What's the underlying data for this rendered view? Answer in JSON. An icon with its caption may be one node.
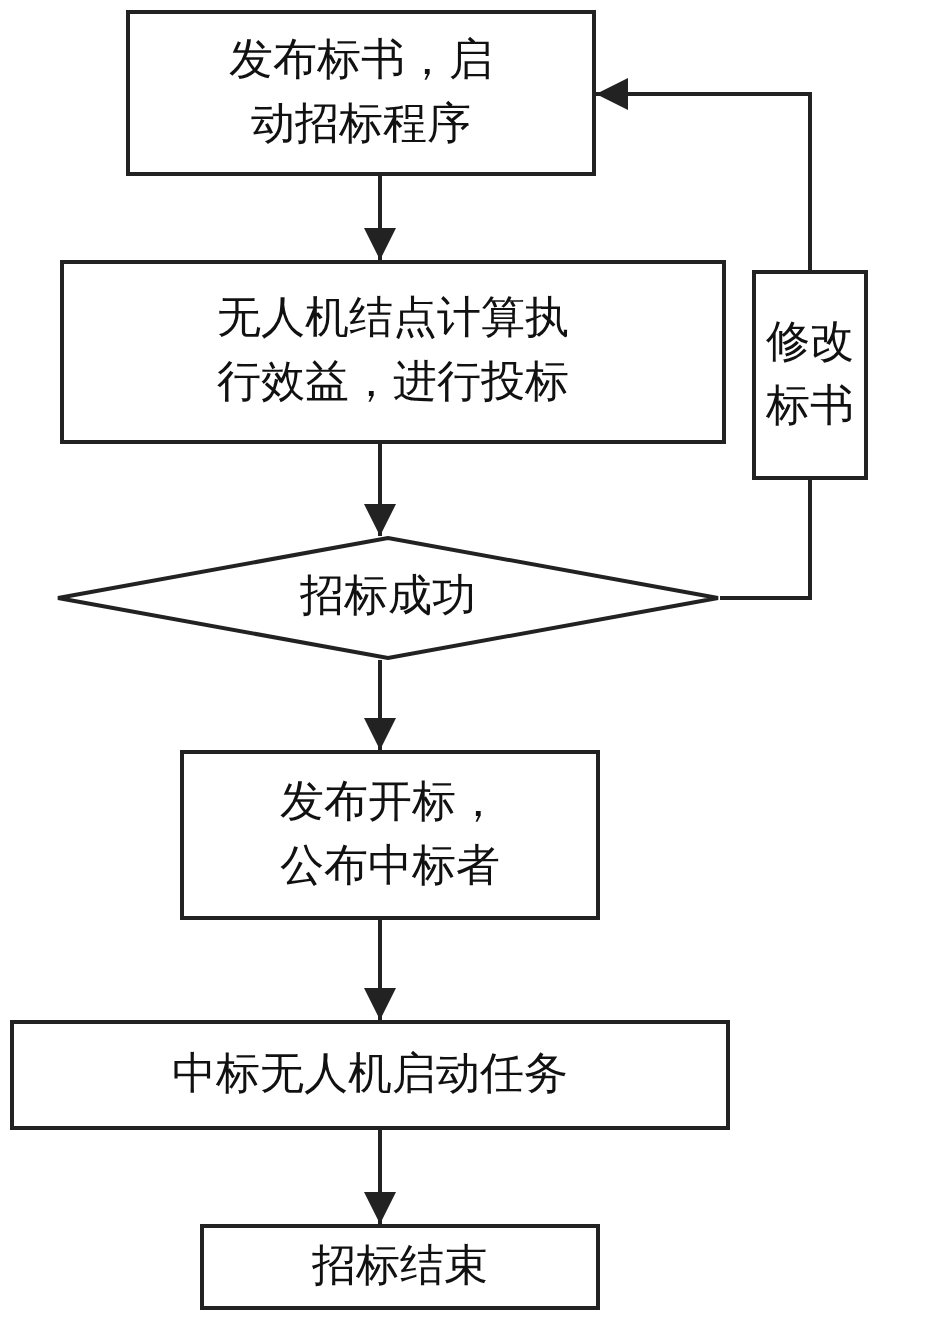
{
  "diagram": {
    "nodes": [
      {
        "text": [
          "发布标书，启动招标程序"
        ]
      },
      {
        "text": [
          "无人机结点计算执行效益，进行投标"
        ]
      },
      {
        "text": [
          "招标成功"
        ]
      },
      {
        "text": [
          "修改标书"
        ]
      },
      {
        "text": [
          "发布开标，公布中标者"
        ]
      },
      {
        "text": [
          "中标无人机启动任务"
        ]
      },
      {
        "text": [
          "招标结束"
        ]
      }
    ],
    "edges": [
      {
        "from": 0,
        "to": 1,
        "arrow": "to"
      },
      {
        "from": 1,
        "to": 2,
        "arrow": "to"
      },
      {
        "from": 2,
        "to": 3,
        "arrow": "none"
      },
      {
        "from": 3,
        "to": 0,
        "arrow": "to"
      },
      {
        "from": 2,
        "to": 4,
        "arrow": "to"
      },
      {
        "from": 4,
        "to": 5,
        "arrow": "to"
      },
      {
        "from": 5,
        "to": 6,
        "arrow": "to"
      }
    ]
  }
}
